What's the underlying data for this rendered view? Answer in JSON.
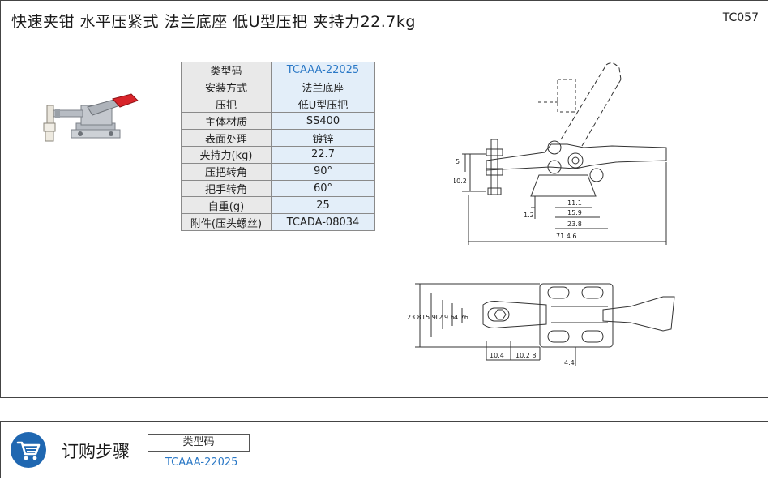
{
  "header": {
    "title": "快速夹钳  水平压紧式  法兰底座  低U型压把  夹持力22.7kg",
    "code": "TC057"
  },
  "spec_table": {
    "rows": [
      {
        "label": "类型码",
        "value": "TCAAA-22025"
      },
      {
        "label": "安装方式",
        "value": "法兰底座"
      },
      {
        "label": "压把",
        "value": "低U型压把"
      },
      {
        "label": "主体材质",
        "value": "SS400"
      },
      {
        "label": "表面处理",
        "value": "镀锌"
      },
      {
        "label": "夹持力(kg)",
        "value": "22.7"
      },
      {
        "label": "压把转角",
        "value": "90°"
      },
      {
        "label": "把手转角",
        "value": "60°"
      },
      {
        "label": "自重(g)",
        "value": "25"
      },
      {
        "label": "附件(压头螺丝)",
        "value": "TCADA-08034"
      }
    ]
  },
  "drawing_side": {
    "dims": {
      "d5": "5",
      "d10_2": "10.2",
      "d1_2": "1.2",
      "d11_1": "11.1",
      "d15_9": "15.9",
      "d23_8": "23.8",
      "d71_46": "71.4 6"
    }
  },
  "drawing_top": {
    "dims": {
      "d23_8": "23.8",
      "d15_9": "15.9",
      "d12": "12",
      "d9_6": "9.6",
      "d4_76": "4.76",
      "d10_4": "10.4",
      "d10_28": "10.2 8",
      "d4_4": "4.4"
    }
  },
  "order": {
    "title": "订购步骤",
    "box_label": "类型码",
    "code": "TCAAA-22025"
  },
  "colors": {
    "accent": "#2a78c6",
    "badge": "#1f67b1",
    "handle": "#d8242a"
  },
  "icons": [
    "cart-icon"
  ]
}
